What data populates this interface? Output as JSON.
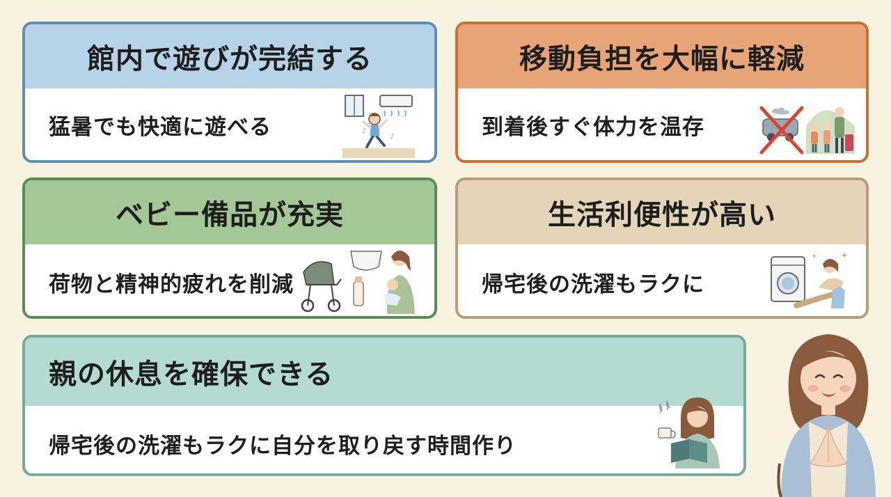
{
  "cards": [
    {
      "title": "館内で遊びが完結する",
      "text": "猛暑でも快適に遊べる",
      "illustration": "child-playing-indoors-aircon-icon"
    },
    {
      "title": "移動負担を大幅に軽減",
      "text": "到着後すぐ体力を温存",
      "illustration": "family-no-car-travel-icon"
    },
    {
      "title": "ベビー備品が充実",
      "text": "荷物と精神的疲れを削減",
      "illustration": "baby-stroller-diaper-bottle-icon"
    },
    {
      "title": "生活利便性が高い",
      "text": "帰宅後の洗濯もラクに",
      "illustration": "washing-machine-relax-icon"
    },
    {
      "title": "親の休息を確保できる",
      "text": "帰宅後の洗濯もラクに自分を取り戻す時間作り",
      "illustration": "mother-reading-tea-icon"
    }
  ],
  "colors": {
    "background": "#f8f2e1",
    "card1": "#b7d3e8",
    "card2": "#e7a577",
    "card3": "#a4c796",
    "card4": "#e4d5b8",
    "card5": "#b4dbd2"
  },
  "mascot": "smiling-mother-icon"
}
